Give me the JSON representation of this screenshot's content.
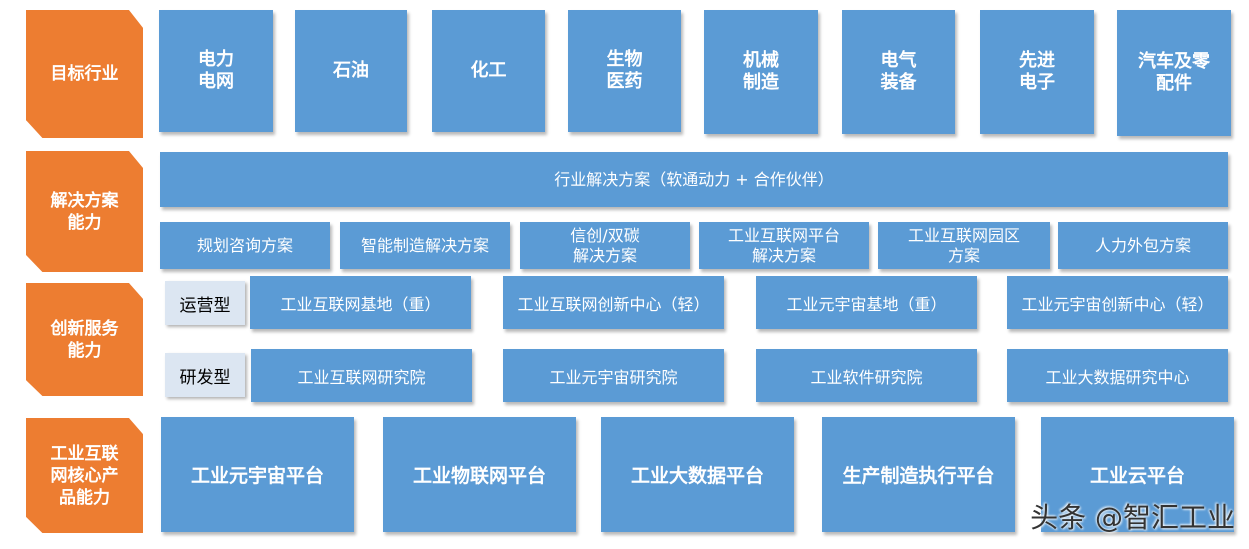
{
  "categories": {
    "target_industry": "目标行业",
    "solution_capability": "解决方案\n能力",
    "innovation_service": "创新服务\n能力",
    "core_product": "工业互联\n网核心产\n品能力"
  },
  "industries": [
    "电力\n电网",
    "石油",
    "化工",
    "生物\n医药",
    "机械\n制造",
    "电气\n装备",
    "先进\n电子",
    "汽车及零\n配件"
  ],
  "solutions": {
    "banner": "行业解决方案（软通动力 + 合作伙伴）",
    "items": [
      "规划咨询方案",
      "智能制造解决方案",
      "信创/双碳\n解决方案",
      "工业互联网平台\n解决方案",
      "工业互联网园区\n方案",
      "人力外包方案"
    ]
  },
  "services": {
    "operation_label": "运营型",
    "operation_items": [
      "工业互联网基地（重）",
      "工业互联网创新中心（轻）",
      "工业元宇宙基地（重）",
      "工业元宇宙创新中心（轻）"
    ],
    "rnd_label": "研发型",
    "rnd_items": [
      "工业互联网研究院",
      "工业元宇宙研究院",
      "工业软件研究院",
      "工业大数据研究中心"
    ]
  },
  "platforms": [
    "工业元宇宙平台",
    "工业物联网平台",
    "工业大数据平台",
    "生产制造执行平台",
    "工业云平台"
  ],
  "watermark": "头条 @智汇工业",
  "colors": {
    "side": "#ED7D31",
    "box": "#5B9BD5",
    "tag": "#DCE6F2"
  }
}
